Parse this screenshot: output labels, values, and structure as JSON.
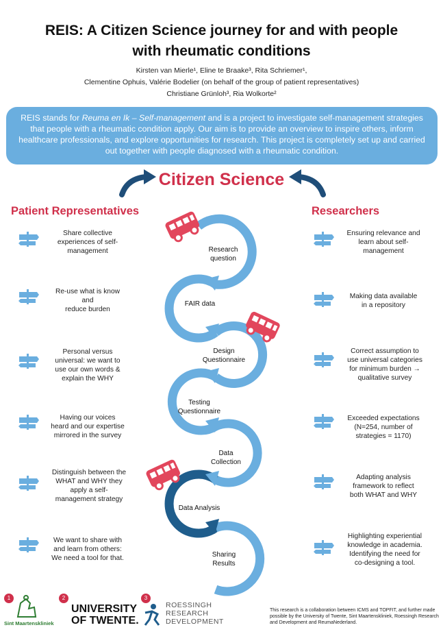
{
  "title": {
    "line1": "REIS: A Citizen Science journey for and with people",
    "line2": "with rheumatic conditions"
  },
  "authors": {
    "line1": "Kirsten van Mierle¹, Eline te Braake³, Rita Schriemer¹,",
    "line2": "Clementine Ophuis, Valérie Bodelier (on behalf of the group of patient representatives)",
    "line3": "Christiane Grünloh³, Ria Wolkorte²"
  },
  "intro": {
    "part1": "REIS stands for ",
    "emph": "Reuma en Ik – Self-management",
    "part2": " and is a project to investigate self-management strategies that people with a rheumatic condition apply. Our aim is to provide an overview to inspire others, inform healthcare professionals, and explore opportunities for research. This project is completely set up and carried out together with people diagnosed with a rheumatic condition."
  },
  "citizen_science": "Citizen Science",
  "patient_heading": "Patient Representatives",
  "researchers_heading": "Researchers",
  "patient_items": [
    [
      "Share collective",
      "experiences of self-",
      "management"
    ],
    [
      "Re-use what is know",
      "and",
      "reduce burden"
    ],
    [
      "Personal versus",
      "universal: we want to",
      "use our own words &",
      "explain the WHY"
    ],
    [
      "Having our voices",
      "heard and our expertise",
      "mirrored in the survey"
    ],
    [
      "Distinguish between the",
      "WHAT and WHY they",
      "apply a self-",
      "management strategy"
    ],
    [
      "We want to share with",
      "and learn from others:",
      "We need a tool for that."
    ]
  ],
  "researcher_items": [
    [
      "Ensuring relevance and",
      "learn about self-",
      "management"
    ],
    [
      "Making data available",
      "in  a repository"
    ],
    [
      "Correct assumption to",
      "use universal categories",
      "for minimum burden →",
      "qualitative survey"
    ],
    [
      "Exceeded expectations",
      "(N=254, number of",
      "strategies = 1170)"
    ],
    [
      "Adapting analysis",
      "framework to reflect",
      "both WHAT and WHY"
    ],
    [
      "Highlighting experiential",
      "knowledge in academia.",
      "Identifying the need for",
      "co-designing a tool."
    ]
  ],
  "steps": [
    [
      "Research",
      "question"
    ],
    [
      "FAIR data"
    ],
    [
      "Design",
      "Questionnaire"
    ],
    [
      "Testing",
      "Questionnaire"
    ],
    [
      "Data",
      "Collection"
    ],
    [
      "Data Analysis"
    ],
    [
      "Sharing",
      "Results"
    ]
  ],
  "logos": {
    "badge1": "1",
    "badge2": "2",
    "badge3": "3",
    "smk": "Sint Maartenskliniek",
    "ut_line1": "UNIVERSITY",
    "ut_line2": "OF TWENTE.",
    "rrd_line1": "ROESSINGH",
    "rrd_line2": "RESEARCH",
    "rrd_line3": "DEVELOPMENT"
  },
  "footer_note": "This research is a collaboration between ICMS and TOPFIT, and further made possible by the University of Twente, Sint Maartenskliniek, Roessingh Research and Development and ReumaNederland.",
  "colors": {
    "accent_red": "#d0304b",
    "light_blue": "#6aaedf",
    "dark_blue": "#1f5d8c",
    "arrow_blue": "#1f4e79"
  }
}
